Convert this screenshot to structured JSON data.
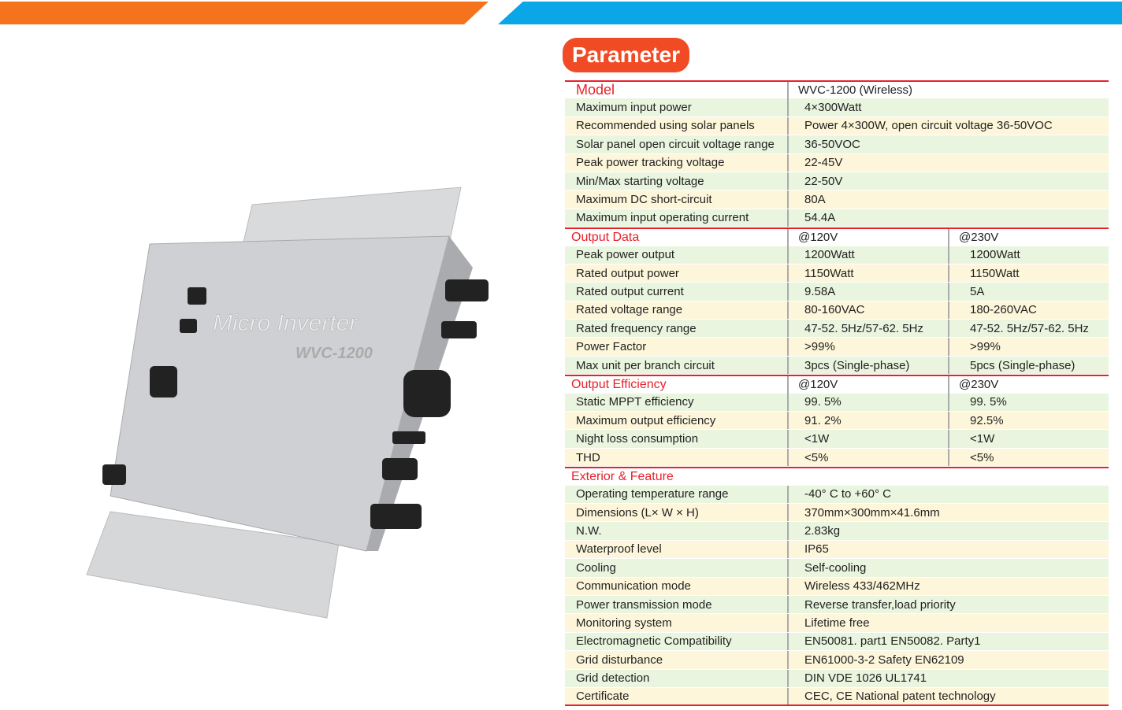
{
  "badge": "Parameter",
  "product": {
    "brand_text": "Micro Inverter",
    "model_text": "WVC-1200"
  },
  "model": {
    "label": "Model",
    "value": "WVC-1200 (Wireless)"
  },
  "input_rows": [
    {
      "label": "Maximum input power",
      "value": "4×300Watt"
    },
    {
      "label": "Recommended using solar panels",
      "value": "Power 4×300W, open circuit voltage 36-50VOC"
    },
    {
      "label": "Solar panel open circuit voltage range",
      "value": "36-50VOC"
    },
    {
      "label": "Peak power tracking voltage",
      "value": "22-45V"
    },
    {
      "label": "Min/Max starting voltage",
      "value": "22-50V"
    },
    {
      "label": "Maximum DC short-circuit",
      "value": "80A"
    },
    {
      "label": "Maximum input operating current",
      "value": "54.4A"
    }
  ],
  "output_data": {
    "label": "Output Data",
    "col1": "@120V",
    "col2": "@230V",
    "rows": [
      {
        "label": "Peak power output",
        "v1": "1200Watt",
        "v2": "1200Watt"
      },
      {
        "label": "Rated output power",
        "v1": "1150Watt",
        "v2": "1150Watt"
      },
      {
        "label": "Rated output current",
        "v1": "9.58A",
        "v2": "5A"
      },
      {
        "label": "Rated voltage range",
        "v1": "80-160VAC",
        "v2": "180-260VAC"
      },
      {
        "label": "Rated frequency range",
        "v1": "47-52. 5Hz/57-62. 5Hz",
        "v2": "47-52. 5Hz/57-62. 5Hz"
      },
      {
        "label": "Power Factor",
        "v1": ">99%",
        "v2": ">99%"
      },
      {
        "label": "Max unit per branch circuit",
        "v1": "3pcs (Single-phase)",
        "v2": "5pcs (Single-phase)"
      }
    ]
  },
  "output_efficiency": {
    "label": "Output Efficiency",
    "col1": "@120V",
    "col2": "@230V",
    "rows": [
      {
        "label": "Static MPPT efficiency",
        "v1": "99. 5%",
        "v2": "99. 5%"
      },
      {
        "label": "Maximum output efficiency",
        "v1": "91. 2%",
        "v2": "92.5%"
      },
      {
        "label": "Night loss consumption",
        "v1": "<1W",
        "v2": "<1W"
      },
      {
        "label": "THD",
        "v1": "<5%",
        "v2": "<5%"
      }
    ]
  },
  "exterior": {
    "label": "Exterior & Feature",
    "rows": [
      {
        "label": "Operating temperature range",
        "value": "-40° C to +60° C"
      },
      {
        "label": "Dimensions (L× W × H)",
        "value": "370mm×300mm×41.6mm"
      },
      {
        "label": "N.W.",
        "value": "2.83kg"
      },
      {
        "label": "Waterproof level",
        "value": "IP65"
      },
      {
        "label": "Cooling",
        "value": "Self-cooling"
      },
      {
        "label": "Communication mode",
        "value": "Wireless 433/462MHz"
      },
      {
        "label": "Power transmission mode",
        "value": "Reverse transfer,load priority"
      },
      {
        "label": "Monitoring system",
        "value": "Lifetime free"
      },
      {
        "label": "Electromagnetic Compatibility",
        "value": "EN50081. part1 EN50082. Party1"
      },
      {
        "label": "Grid disturbance",
        "value": "EN61000-3-2 Safety EN62109"
      },
      {
        "label": "Grid detection",
        "value": "DIN VDE 1026 UL1741"
      },
      {
        "label": "Certificate",
        "value": "CEC, CE National patent technology"
      }
    ]
  },
  "colors": {
    "orange": "#f5731c",
    "blue": "#0aa6e8",
    "red": "#e8202a",
    "green_row": "#e9f5df",
    "yellow_row": "#fdf6da"
  }
}
